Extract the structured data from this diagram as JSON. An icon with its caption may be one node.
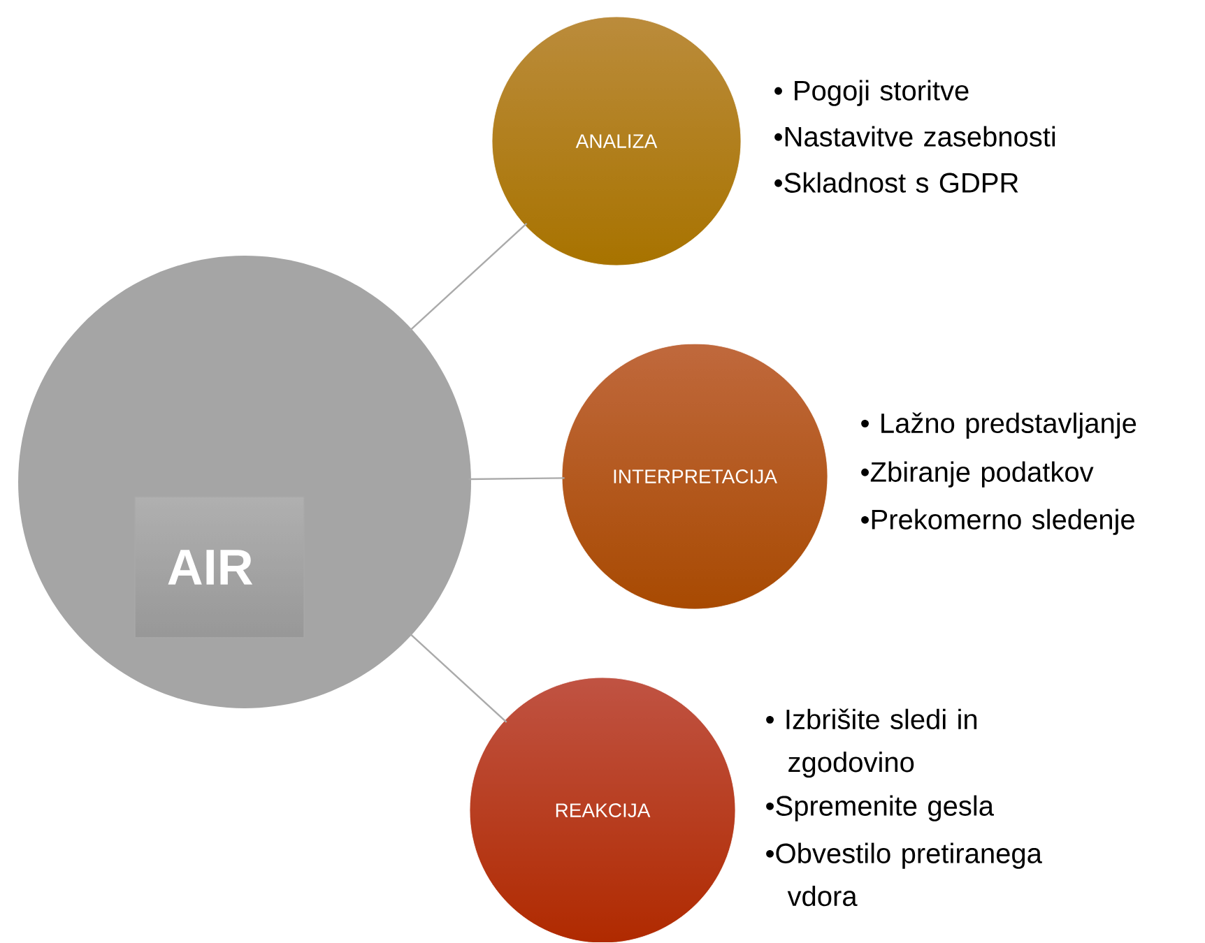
{
  "diagram": {
    "nodes": [
      {
        "text": [],
        "shape": "circle"
      },
      {
        "text": [
          "AIR"
        ],
        "in": 0
      },
      {
        "text": [
          "ANALIZA"
        ],
        "beside": [
          "• Pogoji storitve",
          "•Nastavitve zasebnosti",
          "•Skladnost s GDPR"
        ]
      },
      {
        "text": [
          "INTERPRETACIJA"
        ],
        "beside": [
          "• Lažno predstavljanje",
          "•Zbiranje podatkov",
          "•Prekomerno sledenje"
        ]
      },
      {
        "text": [
          "REAKCIJA"
        ],
        "beside": [
          "• Izbrišite sledi in zgodovino",
          "•Spremenite gesla",
          "•Obvestilo pretiranega vdora"
        ]
      }
    ],
    "edges": [
      {
        "from": 0,
        "to": 2,
        "arrow": "none"
      },
      {
        "from": 0,
        "to": 3,
        "arrow": "none"
      },
      {
        "from": 0,
        "to": 4,
        "arrow": "none"
      }
    ]
  }
}
